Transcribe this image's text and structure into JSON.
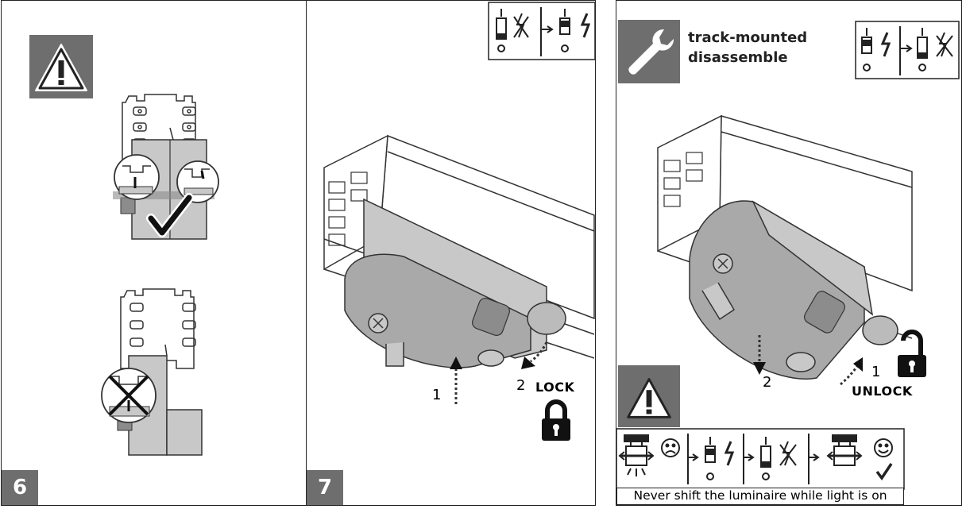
{
  "panels": [
    {
      "step": "6"
    },
    {
      "step": "7",
      "labels": {
        "arrow1": "1",
        "arrow2": "2",
        "action": "LOCK"
      }
    },
    {
      "title_line1": "track-mounted",
      "title_line2": "disassemble",
      "labels": {
        "arrow1": "1",
        "arrow2": "2",
        "action": "UNLOCK"
      },
      "caption": "Never shift the luminaire while light is on"
    }
  ],
  "colors": {
    "warning_bg": "#6e6e6e",
    "line": "#222222",
    "part_fill": "#c8c8c8",
    "adapter_fill": "#a9a9a9"
  }
}
